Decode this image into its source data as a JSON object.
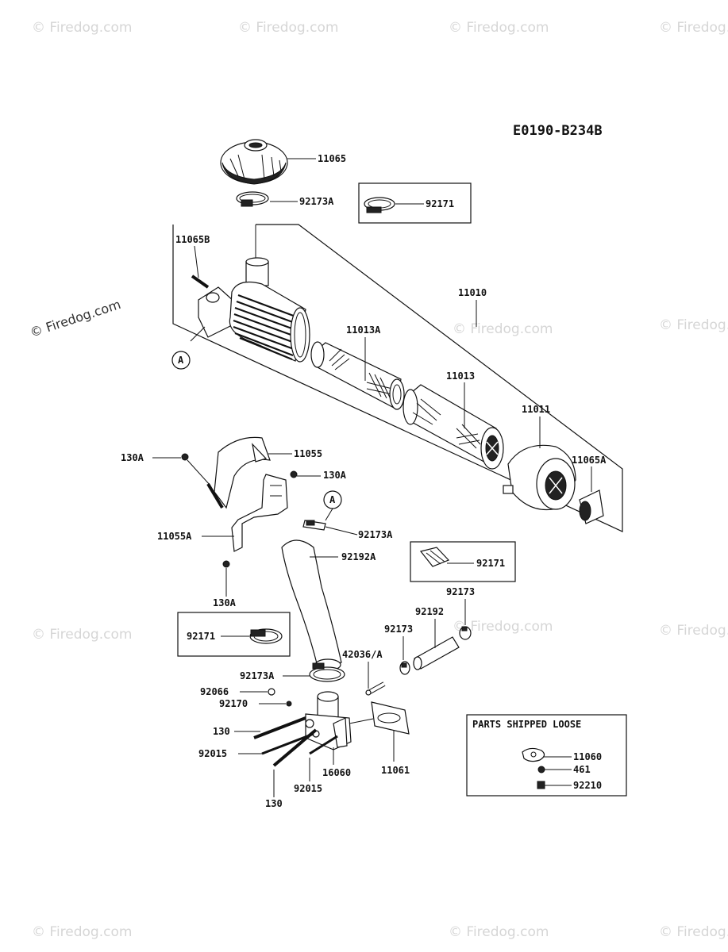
{
  "diagram_code": "E0190-B234B",
  "watermark": "© Firedog.com",
  "callout_letter": "A",
  "parts_loose": {
    "title": "PARTS SHIPPED LOOSE",
    "items": [
      "11060",
      "461",
      "92210"
    ]
  },
  "labels": {
    "p11065": "11065",
    "p92173A_top": "92173A",
    "p92171_top": "92171",
    "p11065B": "11065B",
    "p11010": "11010",
    "p11013A": "11013A",
    "p11013": "11013",
    "p11011": "11011",
    "p11065A": "11065A",
    "p130A_left": "130A",
    "p11055": "11055",
    "p130A_mid": "130A",
    "p11055A": "11055A",
    "p130A_bottom": "130A",
    "p92173A_mid": "92173A",
    "p92171_mid": "92171",
    "p92192A": "92192A",
    "p92173_right": "92173",
    "p92192": "92192",
    "p92173_mid": "92173",
    "p92171_low": "92171",
    "p42036A": "42036/A",
    "p92173A_low": "92173A",
    "p92066": "92066",
    "p92170": "92170",
    "p130_a": "130",
    "p92015_a": "92015",
    "p16060": "16060",
    "p11061": "11061",
    "p92015_b": "92015",
    "p130_b": "130"
  }
}
